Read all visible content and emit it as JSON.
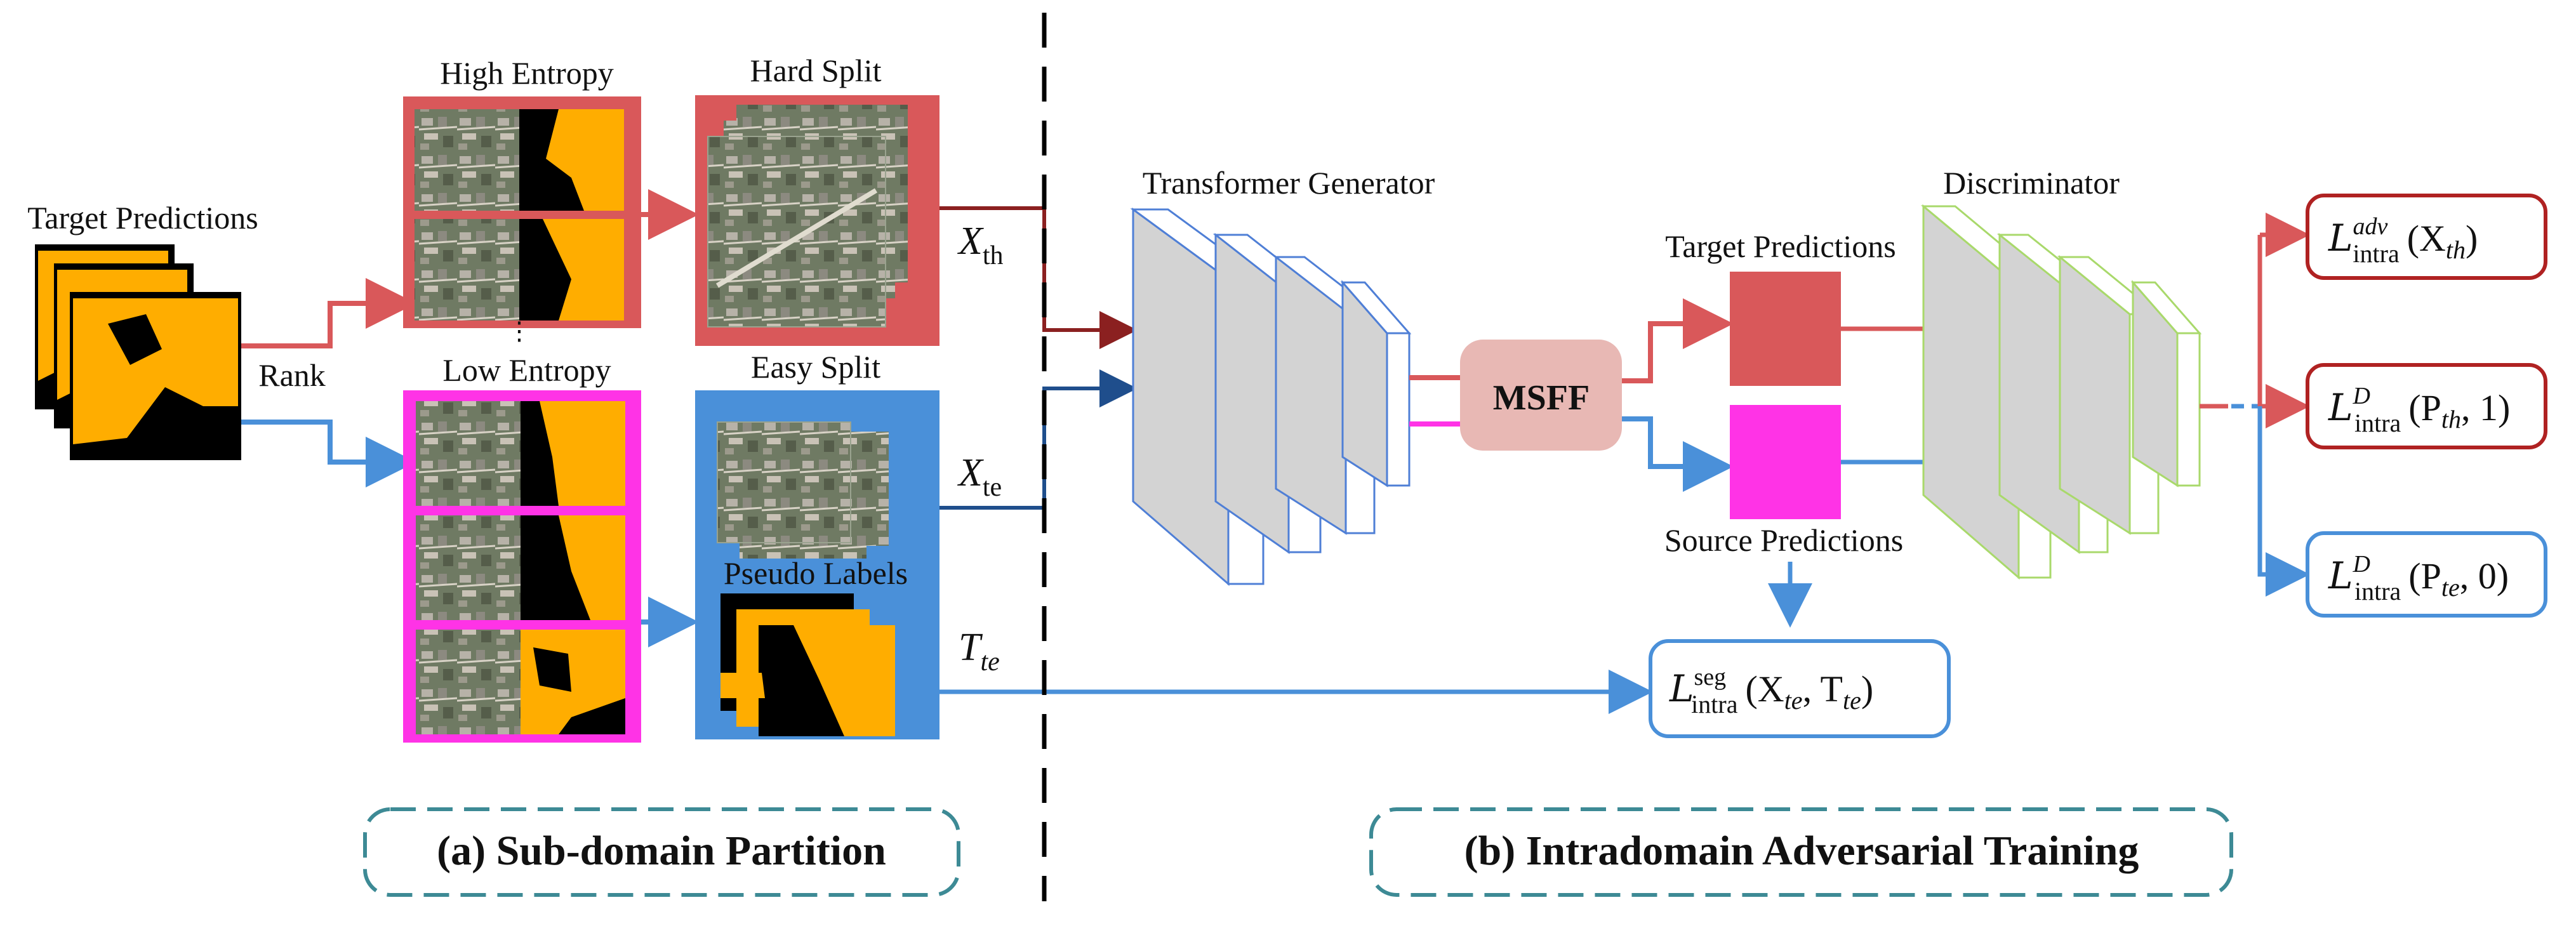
{
  "colors": {
    "red": "#d9585a",
    "blue": "#4a90d9",
    "magenta": "#ff33e6",
    "orange": "#ffad00",
    "msff": "#e8b8b4",
    "teal": "#3d8a95",
    "gen_border": "#4f7fd6",
    "disc_border": "#a9d96b",
    "block_fill": "#d3d3d3"
  },
  "partition": {
    "target_predictions": "Target Predictions",
    "rank": "Rank",
    "high_entropy": "High Entropy",
    "low_entropy": "Low Entropy",
    "hard_split": "Hard Split",
    "easy_split": "Easy Split",
    "pseudo_labels": "Pseudo Labels",
    "x_th_main": "X",
    "x_th_sub": "th",
    "x_te_main": "X",
    "x_te_sub": "te",
    "t_te_main": "T",
    "t_te_sub": "te",
    "section_label": "(a) Sub-domain Partition"
  },
  "adversarial": {
    "generator": "Transformer Generator",
    "msff": "MSFF",
    "target_predictions": "Target Predictions",
    "source_predictions": "Source Predictions",
    "discriminator": "Discriminator",
    "section_label": "(b) Intradomain Adversarial Training"
  },
  "losses": {
    "adv": {
      "script": "L",
      "sup": "adv",
      "sub": "intra",
      "args": "(X",
      "arg_sub": "th",
      "close": ")"
    },
    "d_th": {
      "script": "L",
      "sup": "D",
      "sub": "intra",
      "args": "(P",
      "arg_sub": "th",
      "close": ", 1)"
    },
    "d_te": {
      "script": "L",
      "sup": "D",
      "sub": "intra",
      "args": "(P",
      "arg_sub": "te",
      "close": ", 0)"
    },
    "seg": {
      "script": "L",
      "sup": "seg",
      "sub": "intra",
      "args": "(X",
      "arg_sub": "te",
      "close": ", T",
      "close_sub": "te",
      "end": ")"
    }
  }
}
